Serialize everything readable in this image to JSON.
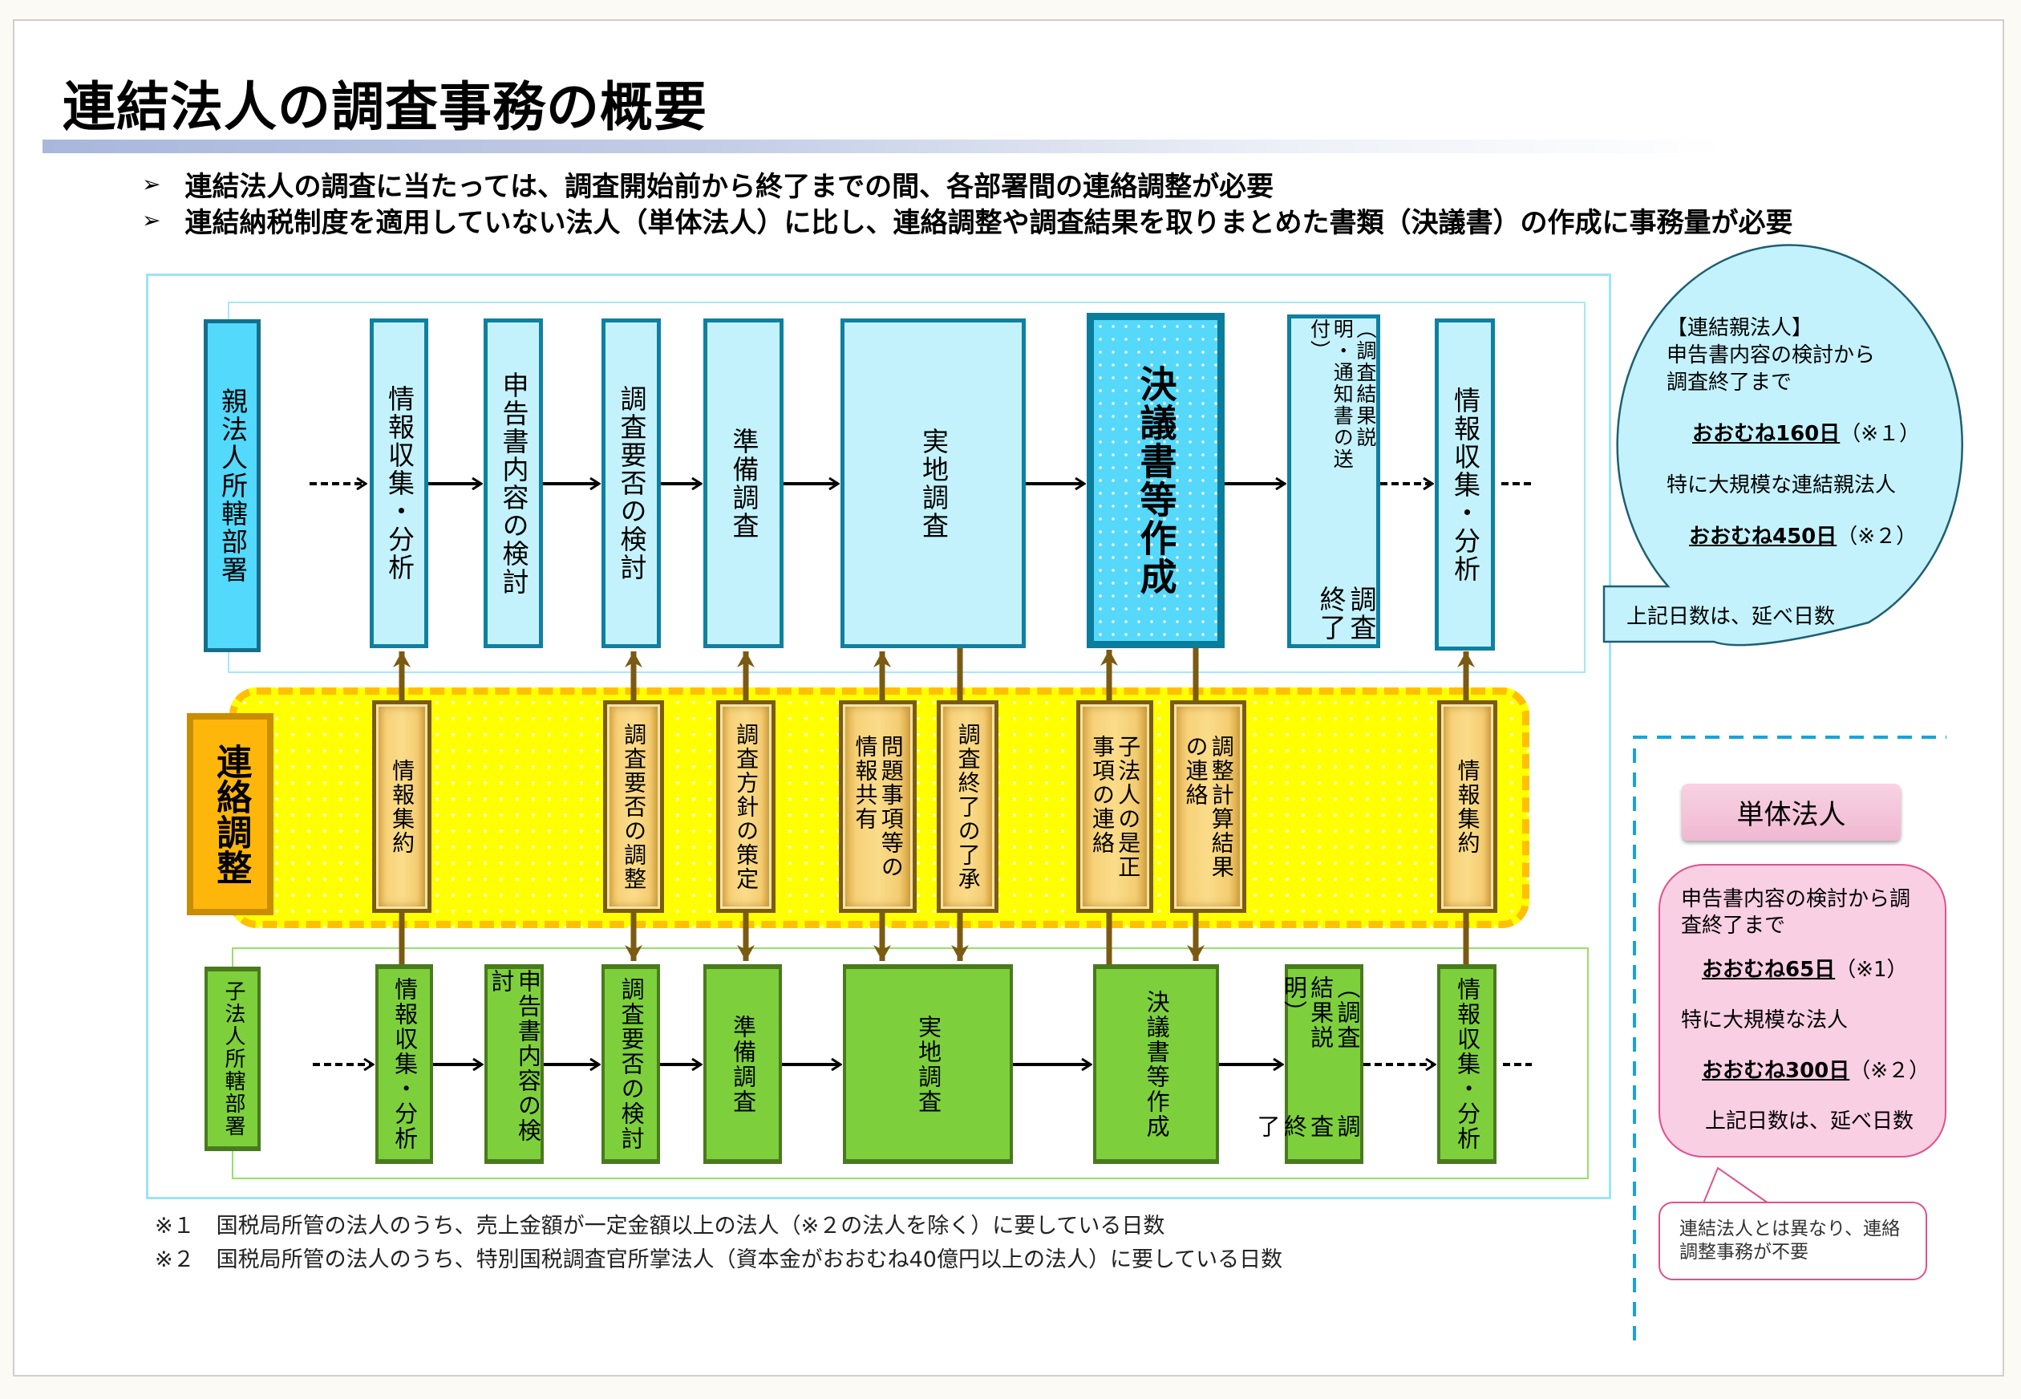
{
  "title": "連結法人の調査事務の概要",
  "bullets": [
    "連結法人の調査に当たっては、調査開始前から終了までの間、各部署間の連絡調整が必要",
    "連結納税制度を適用していない法人（単体法人）に比し、連絡調整や調査結果を取りまとめた書類（決議書）の作成に事務量が必要"
  ],
  "bullet_marker": "➢",
  "parent_row": {
    "dept": "親法人所轄部署",
    "steps": [
      "情報収集・分析",
      "申告書内容の検討",
      "調査要否の検討",
      "準備調査",
      "実地調査",
      "決議書等作成"
    ],
    "end_main": "調査終了",
    "end_note": "（調査結果説明・通知書の送付）",
    "last": "情報収集・分析"
  },
  "coordination": {
    "label": "連絡調整",
    "items": [
      "情報集約",
      "調査要否の調整",
      "調査方針の策定",
      "問題事項等の\n情報共有",
      "調査終了の了承",
      "子法人の是正\n事項の連絡",
      "調整計算結果\nの連絡",
      "情報集約"
    ]
  },
  "child_row": {
    "dept": "子法人所轄部署",
    "steps": [
      "情報収集・分析",
      "申告書内容の検討",
      "調査要否の検討",
      "準備調査",
      "実地調査",
      "決議書等作成"
    ],
    "end_main": "調査終了",
    "end_note": "（調査結果説明）",
    "last": "情報収集・分析"
  },
  "footnotes": [
    "※１　国税局所管の法人のうち、売上金額が一定金額以上の法人（※２の法人を除く）に要している日数",
    "※２　国税局所管の法人のうち、特別国税調査官所掌法人（資本金がおおむね40億円以上の法人）に要している日数"
  ],
  "consolidated_bubble": {
    "heading": "【連結親法人】",
    "line1": "申告書内容の検討から",
    "line2": "調査終了まで",
    "days1": "おおむね160日",
    "note1": "（※１）",
    "large_label": "特に大規模な連結親法人",
    "days2": "おおむね450日",
    "note2": "（※２）",
    "footer": "上記日数は、延べ日数"
  },
  "single": {
    "label": "単体法人",
    "line1": "申告書内容の検討から調査終了まで",
    "days1": "おおむね65日",
    "note1": "（※1）",
    "large_label": "特に大規模な法人",
    "days2": "おおむね300日",
    "note2": "（※２）",
    "footer": "上記日数は、延べ日数",
    "callout": "連結法人とは異なり、連絡調整事務が不要"
  },
  "colors": {
    "parent_box": "#c4f2fc",
    "child_box": "#7dd03c",
    "band": "#ffff00",
    "connector": "#7b5b12",
    "single_pink": "#f9cfe3"
  }
}
